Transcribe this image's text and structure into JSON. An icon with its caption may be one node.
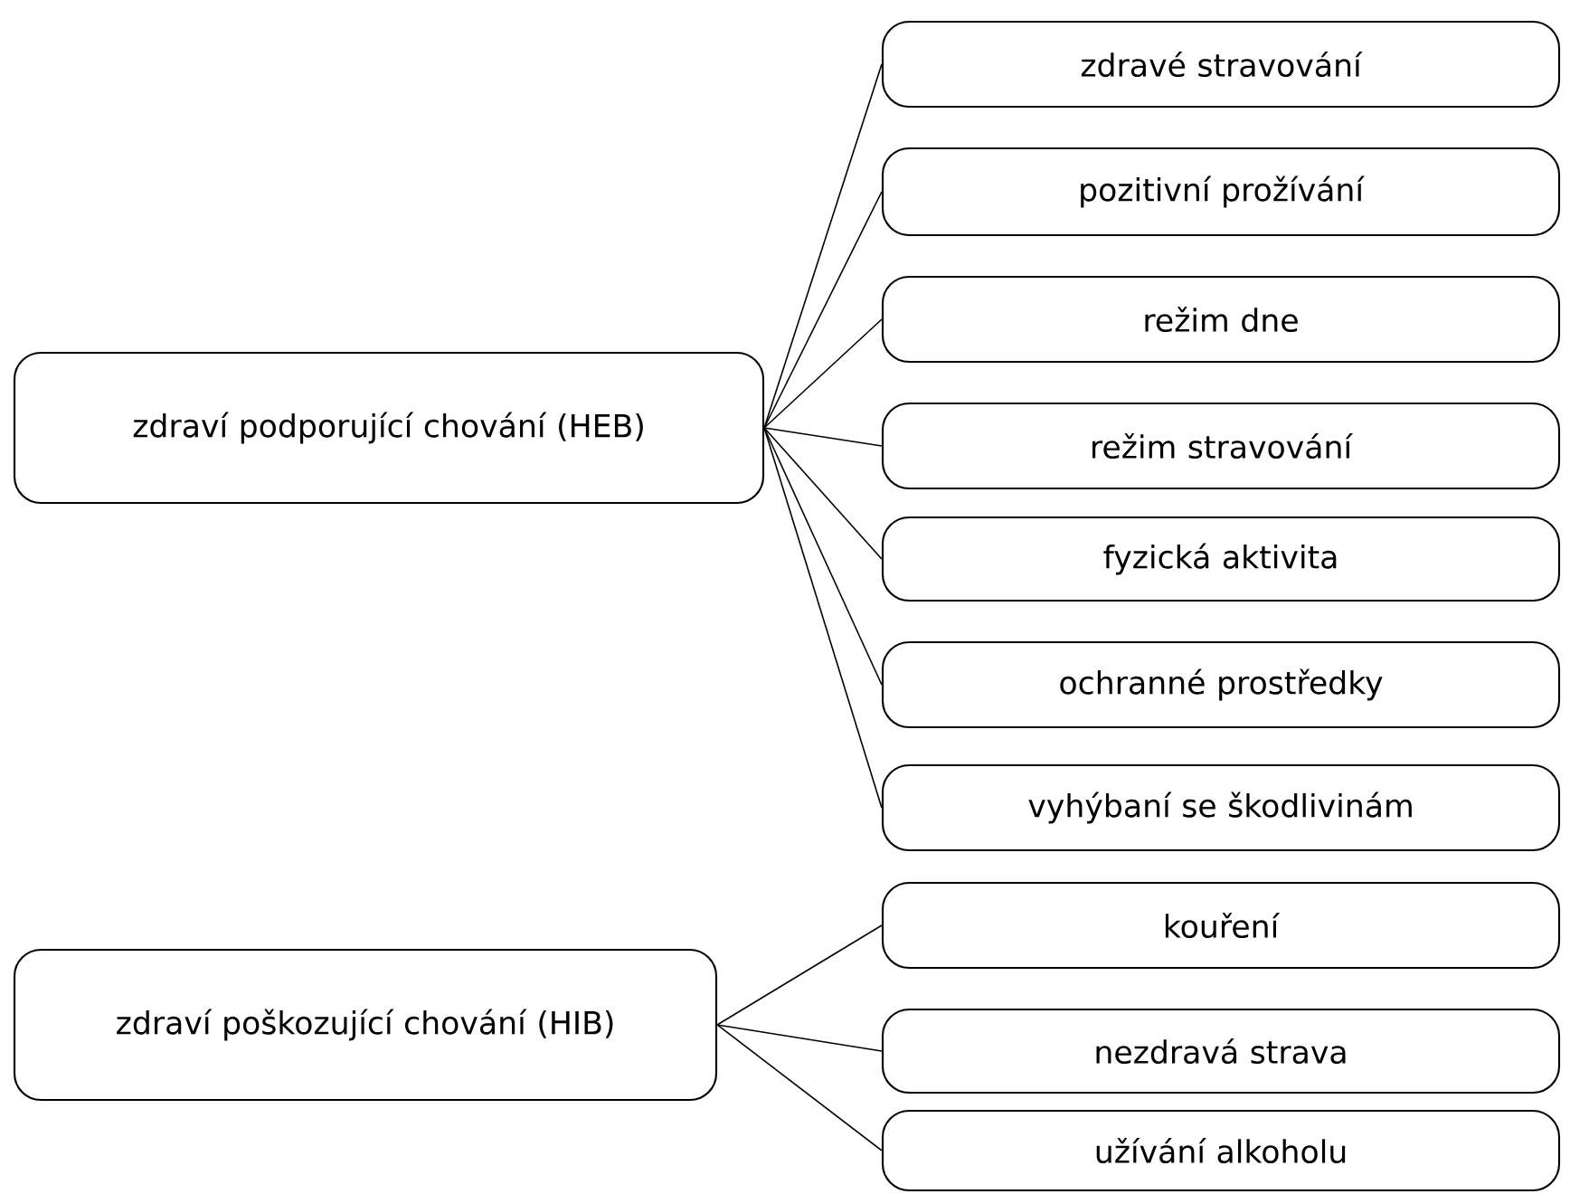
{
  "diagram": {
    "nodes": [
      {
        "text": [
          "zdraví podporující chování (HEB)"
        ]
      },
      {
        "text": [
          "zdravé stravování"
        ]
      },
      {
        "text": [
          "pozitivní prožívání"
        ]
      },
      {
        "text": [
          "režim dne"
        ]
      },
      {
        "text": [
          "režim stravování"
        ]
      },
      {
        "text": [
          "fyzická aktivita"
        ]
      },
      {
        "text": [
          "ochranné prostředky"
        ]
      },
      {
        "text": [
          "vyhýbaní se škodlivinám"
        ]
      },
      {
        "text": [
          "zdraví poškozující chování (HIB)"
        ]
      },
      {
        "text": [
          "kouření"
        ]
      },
      {
        "text": [
          "nezdravá strava"
        ]
      },
      {
        "text": [
          "užívání alkoholu"
        ]
      }
    ],
    "edges": [
      {
        "from": 0,
        "to": 1,
        "arrow": "none"
      },
      {
        "from": 0,
        "to": 2,
        "arrow": "none"
      },
      {
        "from": 0,
        "to": 3,
        "arrow": "none"
      },
      {
        "from": 0,
        "to": 4,
        "arrow": "none"
      },
      {
        "from": 0,
        "to": 5,
        "arrow": "none"
      },
      {
        "from": 0,
        "to": 6,
        "arrow": "none"
      },
      {
        "from": 0,
        "to": 7,
        "arrow": "none"
      },
      {
        "from": 8,
        "to": 9,
        "arrow": "none"
      },
      {
        "from": 8,
        "to": 10,
        "arrow": "none"
      },
      {
        "from": 8,
        "to": 11,
        "arrow": "none"
      }
    ]
  }
}
